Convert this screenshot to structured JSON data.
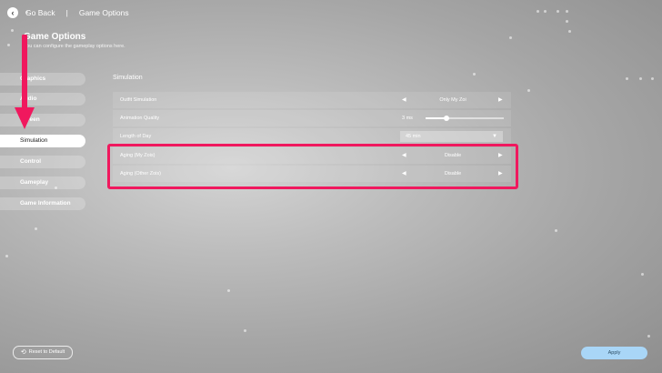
{
  "header": {
    "back_icon": "chevron-left-icon",
    "back_label": "Go Back",
    "separator": "|",
    "breadcrumb_title": "Game Options"
  },
  "page": {
    "title": "Game Options",
    "subtitle": "You can configure the gameplay options here."
  },
  "sidebar": {
    "items": [
      {
        "label": "Graphics",
        "active": false
      },
      {
        "label": "Audio",
        "active": false
      },
      {
        "label": "Screen",
        "active": false
      },
      {
        "label": "Simulation",
        "active": true
      },
      {
        "label": "Control",
        "active": false
      },
      {
        "label": "Gameplay",
        "active": false
      },
      {
        "label": "Game Information",
        "active": false
      }
    ]
  },
  "main": {
    "section_title": "Simulation",
    "rows": [
      {
        "label": "Outfit Simulation",
        "type": "selector",
        "value": "Only My Zoi"
      },
      {
        "label": "Animation Quality",
        "type": "slider",
        "value": "3 ms",
        "fraction": 0.27
      },
      {
        "label": "Length of Day",
        "type": "dropdown",
        "value": "45 min"
      },
      {
        "label": "Aging (My Zois)",
        "type": "selector",
        "value": "Disable"
      },
      {
        "label": "Aging (Other Zois)",
        "type": "selector",
        "value": "Disable"
      }
    ],
    "arrow_left_glyph": "◀",
    "arrow_right_glyph": "▶",
    "dropdown_glyph": "▼"
  },
  "footer": {
    "reset_icon": "reset-icon",
    "reset_label": "Reset to Default",
    "apply_label": "Apply"
  },
  "colors": {
    "highlight": "#f0185e",
    "apply_bg": "#a9d6f7"
  }
}
